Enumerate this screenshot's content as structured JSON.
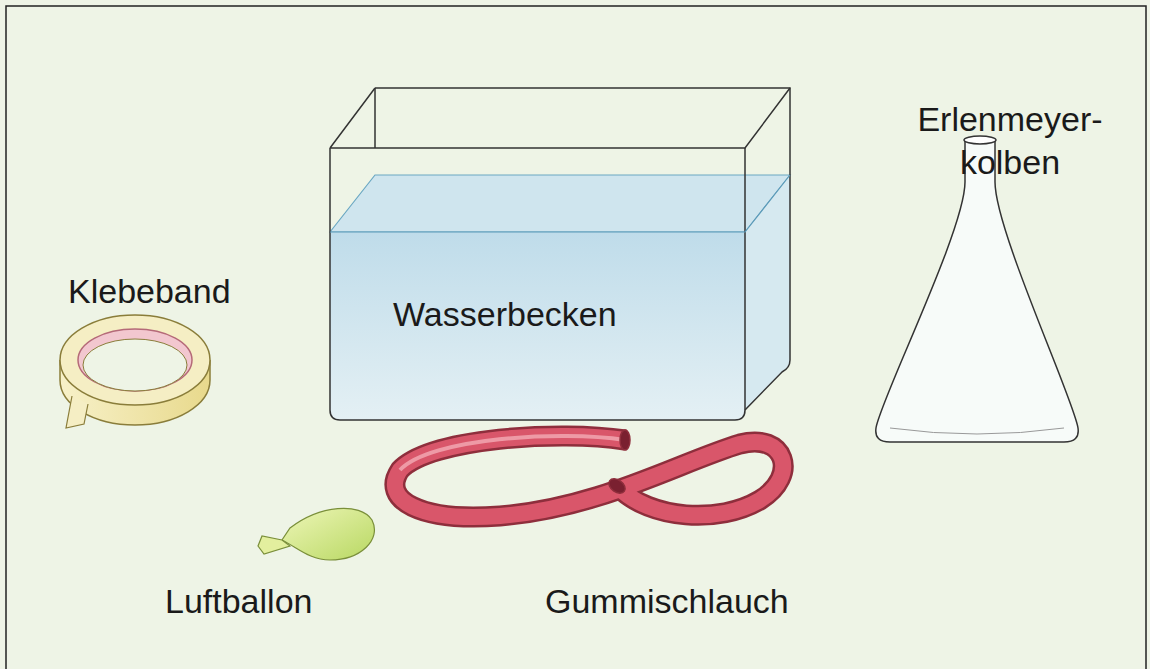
{
  "diagram": {
    "labels": [
      "Klebeband",
      "Wasserbecken",
      "Erlenmeyer- kolben",
      "Luftballon",
      "Gummischlauch"
    ]
  }
}
